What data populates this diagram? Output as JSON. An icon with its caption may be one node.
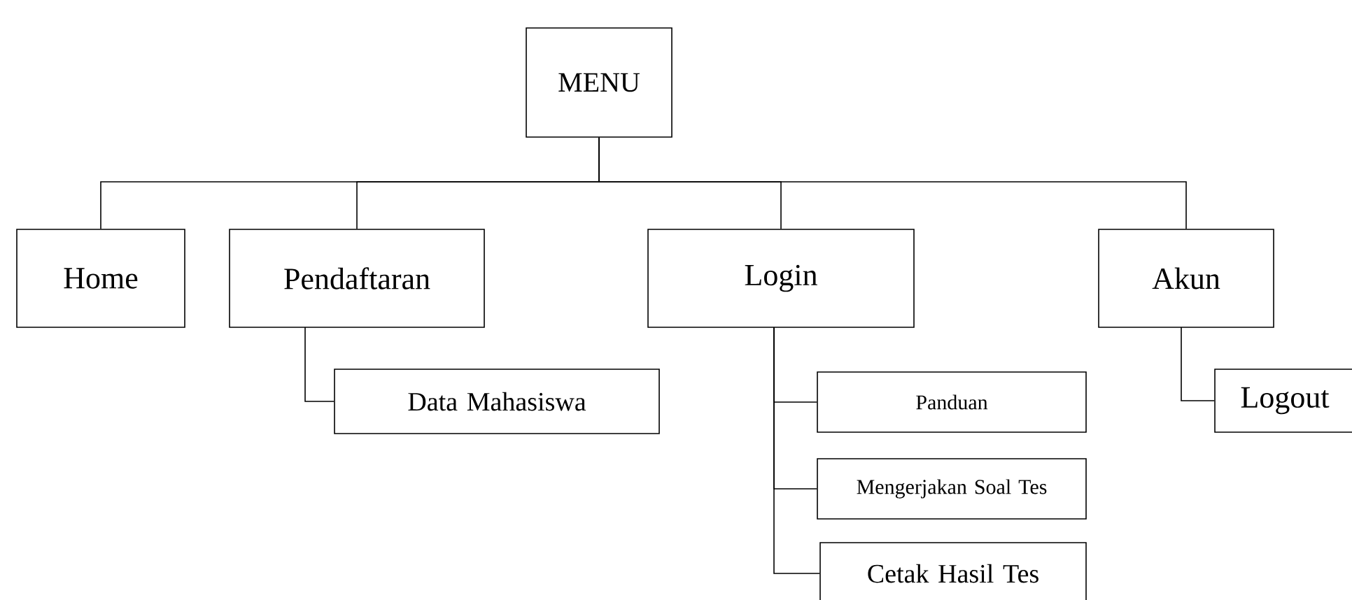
{
  "diagram": {
    "nodes": [
      {
        "text": [
          "MENU"
        ]
      },
      {
        "text": [
          "Home"
        ]
      },
      {
        "text": [
          "Pendaftaran"
        ]
      },
      {
        "text": [
          "Login"
        ]
      },
      {
        "text": [
          "Akun"
        ]
      },
      {
        "text": [
          "Data Mahasiswa"
        ]
      },
      {
        "text": [
          "Panduan"
        ]
      },
      {
        "text": [
          "Mengerjakan Soal Tes"
        ]
      },
      {
        "text": [
          "Cetak Hasil Tes"
        ]
      },
      {
        "text": [
          "Logout"
        ]
      }
    ],
    "edges": [
      {
        "from": 0,
        "to": 1,
        "arrow": "none"
      },
      {
        "from": 0,
        "to": 2,
        "arrow": "none"
      },
      {
        "from": 0,
        "to": 3,
        "arrow": "none"
      },
      {
        "from": 0,
        "to": 4,
        "arrow": "none"
      },
      {
        "from": 2,
        "to": 5,
        "arrow": "none"
      },
      {
        "from": 3,
        "to": 6,
        "arrow": "none"
      },
      {
        "from": 3,
        "to": 7,
        "arrow": "none"
      },
      {
        "from": 3,
        "to": 8,
        "arrow": "none"
      },
      {
        "from": 4,
        "to": 9,
        "arrow": "none"
      }
    ]
  }
}
